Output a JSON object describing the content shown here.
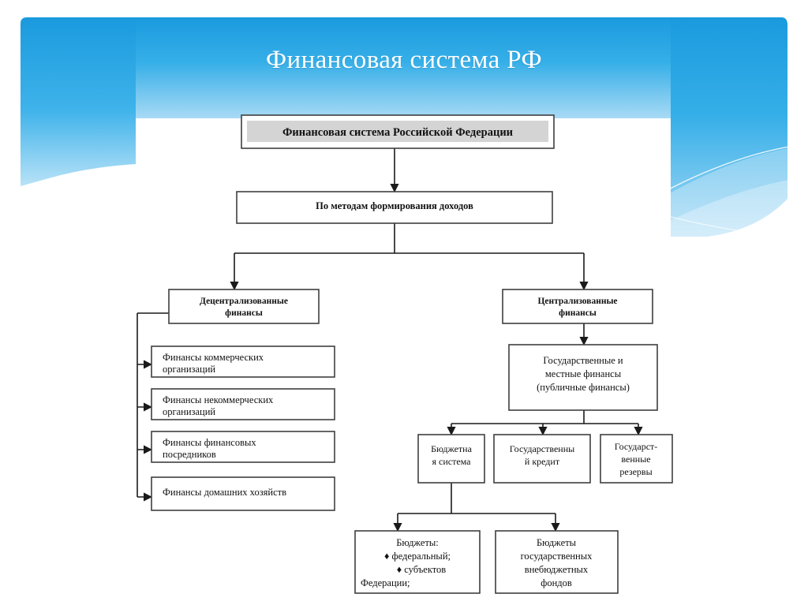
{
  "slide": {
    "title": "Финансовая система РФ",
    "title_color": "#ffffff",
    "banner_color_top": "#1e9ee0",
    "banner_color_bottom": "#7fc9ef",
    "background": "#ffffff"
  },
  "diagram": {
    "type": "flowchart",
    "nodes": {
      "root": {
        "label": "Финансовая система Российской Федерации",
        "fill": "#d4d4d4",
        "bold": true
      },
      "criterion": {
        "label": "По методам формирования доходов",
        "fill": "#ffffff",
        "bold": true
      },
      "decentralized": {
        "label_lines": [
          "Децентрализованные",
          "финансы"
        ],
        "fill": "#ffffff",
        "bold": true
      },
      "centralized": {
        "label_lines": [
          "Централизованные",
          "финансы"
        ],
        "fill": "#ffffff",
        "bold": true
      },
      "commercial": {
        "label_lines": [
          "Финансы коммерческих",
          "организаций"
        ],
        "fill": "#ffffff",
        "bold": false
      },
      "noncommercial": {
        "label_lines": [
          "Финансы некоммерческих",
          "организаций"
        ],
        "fill": "#ffffff",
        "bold": false
      },
      "intermediaries": {
        "label_lines": [
          "Финансы финансовых",
          "посредников"
        ],
        "fill": "#ffffff",
        "bold": false
      },
      "households": {
        "label_lines": [
          "Финансы домашних хозяйств"
        ],
        "fill": "#ffffff",
        "bold": false
      },
      "public_finance": {
        "label_lines": [
          "Государственные и",
          "местные финансы",
          "(публичные финансы)"
        ],
        "fill": "#ffffff",
        "bold": false
      },
      "budget_system": {
        "label_lines": [
          "Бюджетна",
          "я система"
        ],
        "fill": "#ffffff",
        "bold": false
      },
      "state_credit": {
        "label_lines": [
          "Государственны",
          "й кредит"
        ],
        "fill": "#ffffff",
        "bold": false
      },
      "state_reserves": {
        "label_lines": [
          "Государст-",
          "венные",
          "резервы"
        ],
        "fill": "#ffffff",
        "bold": false
      },
      "budgets": {
        "label_lines": [
          "Бюджеты:",
          "♦ федеральный;",
          "♦ субъектов",
          "Федерации;"
        ],
        "fill": "#ffffff",
        "bold": false
      },
      "extrabudget": {
        "label_lines": [
          "Бюджеты",
          "государственных",
          "внебюджетных",
          "фондов"
        ],
        "fill": "#ffffff",
        "bold": false
      }
    },
    "edges": [
      {
        "from": "root",
        "to": "criterion"
      },
      {
        "from": "criterion",
        "to": "decentralized"
      },
      {
        "from": "criterion",
        "to": "centralized"
      },
      {
        "from": "decentralized",
        "to": "commercial"
      },
      {
        "from": "decentralized",
        "to": "noncommercial"
      },
      {
        "from": "decentralized",
        "to": "intermediaries"
      },
      {
        "from": "decentralized",
        "to": "households"
      },
      {
        "from": "centralized",
        "to": "public_finance"
      },
      {
        "from": "public_finance",
        "to": "budget_system"
      },
      {
        "from": "public_finance",
        "to": "state_credit"
      },
      {
        "from": "public_finance",
        "to": "state_reserves"
      },
      {
        "from": "budget_system",
        "to": "budgets"
      },
      {
        "from": "budget_system",
        "to": "extrabudget"
      }
    ]
  }
}
